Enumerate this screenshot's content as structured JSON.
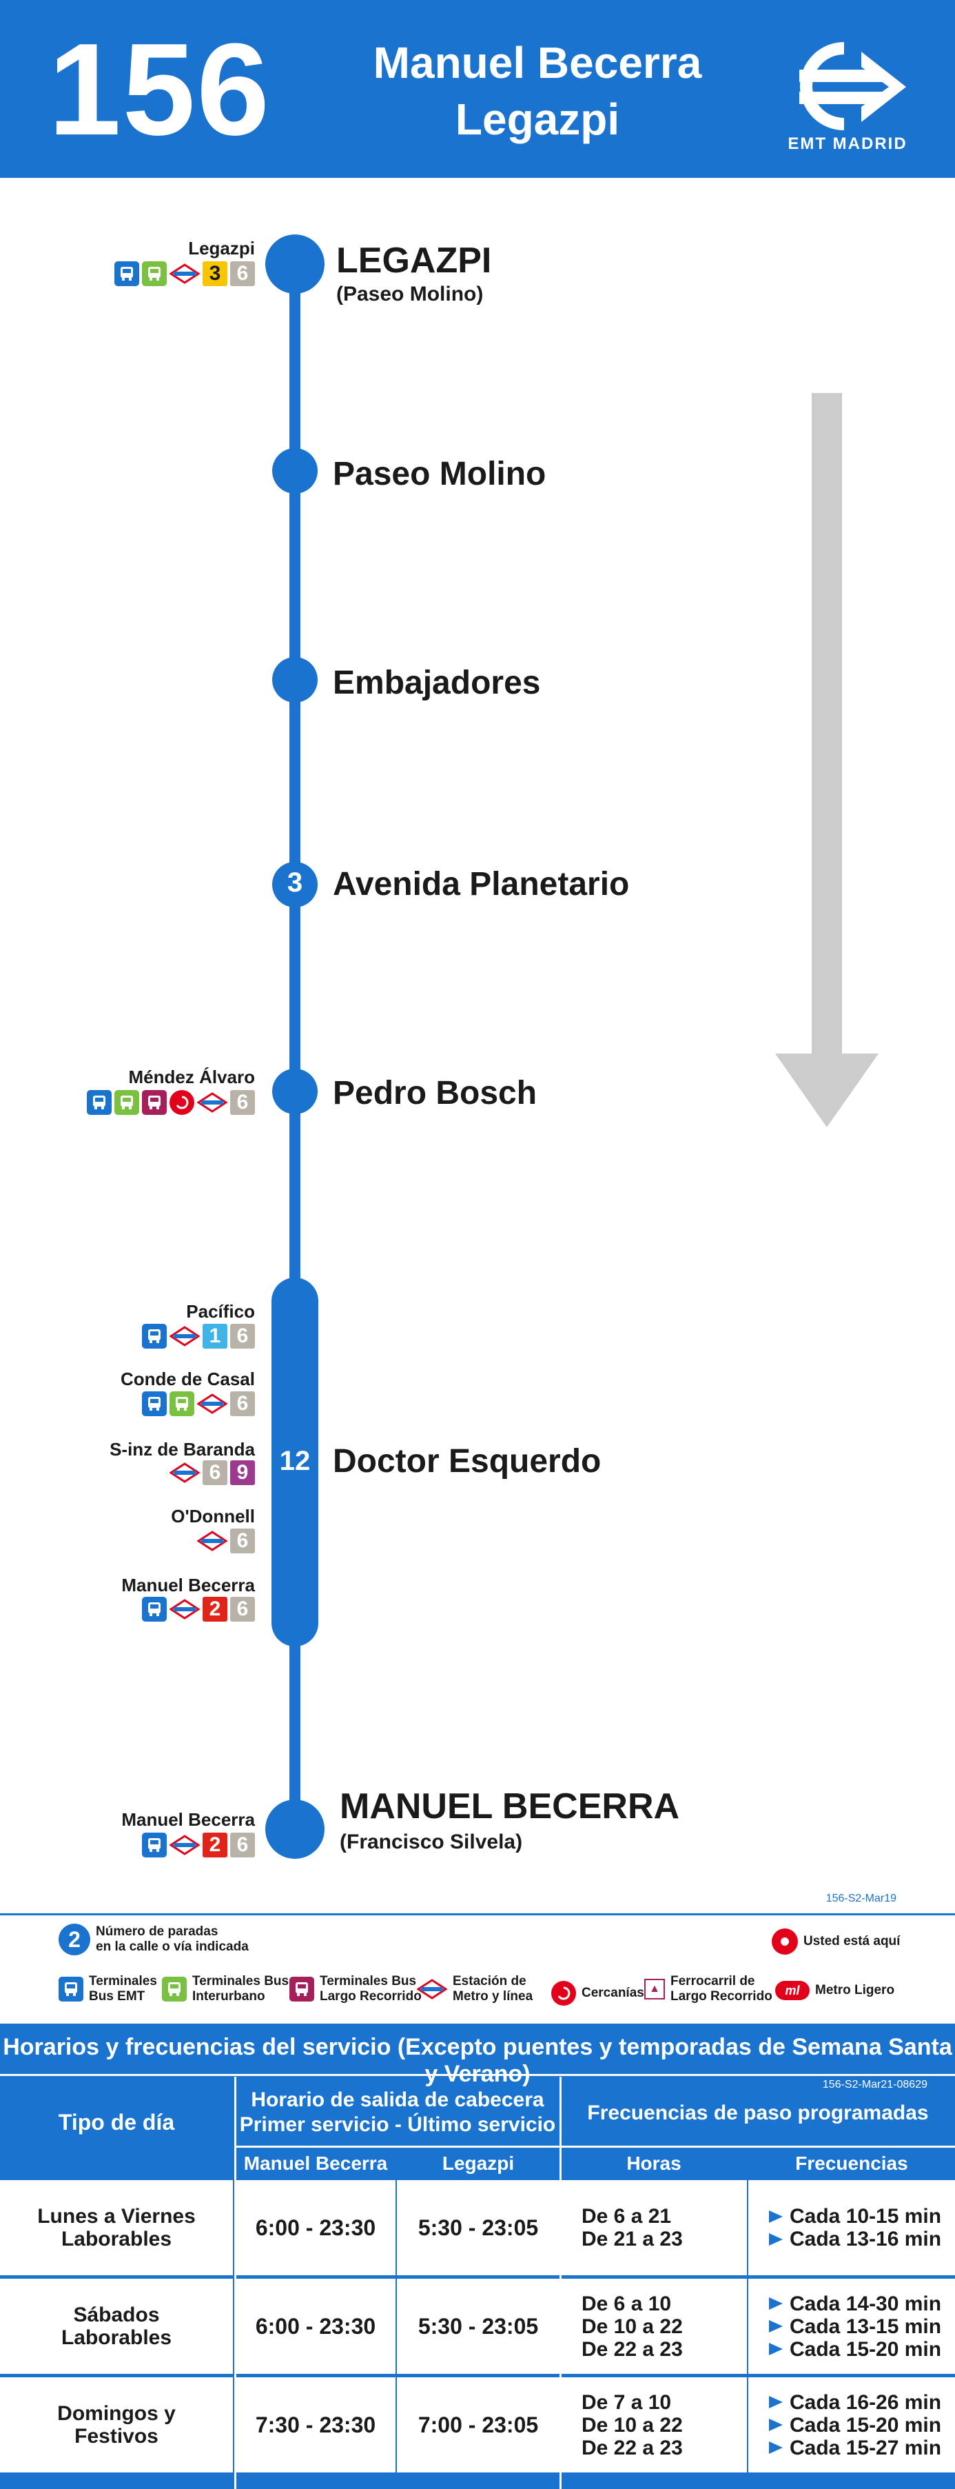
{
  "header": {
    "line_number": "156",
    "route_line1": "Manuel Becerra",
    "route_line2": "Legazpi",
    "logo_text": "EMT MADRID"
  },
  "stops": [
    {
      "name": "LEGAZPI",
      "sub": "(Paseo Molino)",
      "count": ""
    },
    {
      "name": "Paseo Molino",
      "sub": "",
      "count": ""
    },
    {
      "name": "Embajadores",
      "sub": "",
      "count": ""
    },
    {
      "name": "Avenida Planetario",
      "sub": "",
      "count": "3"
    },
    {
      "name": "Pedro Bosch",
      "sub": "",
      "count": ""
    },
    {
      "name": "Doctor Esquerdo",
      "sub": "",
      "count": "12"
    },
    {
      "name": "MANUEL BECERRA",
      "sub": "(Francisco Silvela)",
      "count": ""
    }
  ],
  "correspondences": [
    {
      "label": "Legazpi",
      "icons": [
        "bus",
        "inter",
        "metro"
      ],
      "lines": [
        {
          "n": "3",
          "color": "#f7c600",
          "text": "#1a1a1a"
        },
        {
          "n": "6",
          "color": "#b9b2a8",
          "text": "#ffffff"
        }
      ]
    },
    {
      "label": "Méndez Álvaro",
      "icons": [
        "bus",
        "inter",
        "largo",
        "cerc",
        "metro"
      ],
      "lines": [
        {
          "n": "6",
          "color": "#b9b2a8",
          "text": "#ffffff"
        }
      ]
    },
    {
      "label": "Pacífico",
      "icons": [
        "bus",
        "metro"
      ],
      "lines": [
        {
          "n": "1",
          "color": "#3fb3e5",
          "text": "#ffffff"
        },
        {
          "n": "6",
          "color": "#b9b2a8",
          "text": "#ffffff"
        }
      ]
    },
    {
      "label": "Conde de Casal",
      "icons": [
        "bus",
        "inter",
        "metro"
      ],
      "lines": [
        {
          "n": "6",
          "color": "#b9b2a8",
          "text": "#ffffff"
        }
      ]
    },
    {
      "label": "S-inz de Baranda",
      "icons": [
        "metro"
      ],
      "lines": [
        {
          "n": "6",
          "color": "#b9b2a8",
          "text": "#ffffff"
        },
        {
          "n": "9",
          "color": "#9b3a8e",
          "text": "#ffffff"
        }
      ]
    },
    {
      "label": "O'Donnell",
      "icons": [
        "metro"
      ],
      "lines": [
        {
          "n": "6",
          "color": "#b9b2a8",
          "text": "#ffffff"
        }
      ]
    },
    {
      "label": "Manuel Becerra",
      "icons": [
        "bus",
        "metro"
      ],
      "lines": [
        {
          "n": "2",
          "color": "#e2231a",
          "text": "#ffffff"
        },
        {
          "n": "6",
          "color": "#b9b2a8",
          "text": "#ffffff"
        }
      ]
    },
    {
      "label": "Manuel Becerra",
      "icons": [
        "bus",
        "metro"
      ],
      "lines": [
        {
          "n": "2",
          "color": "#e2231a",
          "text": "#ffffff"
        },
        {
          "n": "6",
          "color": "#b9b2a8",
          "text": "#ffffff"
        }
      ]
    }
  ],
  "legend": {
    "code": "156-S2-Mar19",
    "stops_count_number": "2",
    "stops_count_text": [
      "Número de paradas",
      "en la calle o vía indicada"
    ],
    "you_are_here": "Usted está aquí",
    "items": [
      {
        "icon": "bus",
        "text": [
          "Terminales",
          "Bus EMT"
        ]
      },
      {
        "icon": "inter",
        "text": [
          "Terminales Bus",
          "Interurbano"
        ]
      },
      {
        "icon": "largo",
        "text": [
          "Terminales Bus",
          "Largo Recorrido"
        ]
      },
      {
        "icon": "metro",
        "text": [
          "Estación de",
          "Metro y línea"
        ]
      },
      {
        "icon": "cerc",
        "text": [
          "Cercanías"
        ]
      },
      {
        "icon": "ferro",
        "text": [
          "Ferrocarril de",
          "Largo Recorrido"
        ]
      },
      {
        "icon": "ml",
        "text": [
          "Metro Ligero"
        ]
      }
    ]
  },
  "timetable": {
    "title": "Horarios y frecuencias del servicio (Excepto puentes y temporadas de Semana Santa y Verano)",
    "code": "156-S2-Mar21-08629",
    "col_day": "Tipo de día",
    "col_schedule": [
      "Horario de salida de cabecera",
      "Primer servicio - Último servicio"
    ],
    "col_freq": "Frecuencias de paso programadas",
    "sub_a": "Manuel Becerra",
    "sub_b": "Legazpi",
    "sub_hours": "Horas",
    "sub_freqs": "Frecuencias",
    "rows": [
      {
        "day": [
          "Lunes a Viernes",
          "Laborables"
        ],
        "a": "6:00 - 23:30",
        "b": "5:30 - 23:05",
        "hours": [
          "De  6 a 21",
          "De 21 a 23"
        ],
        "freqs": [
          "Cada 10-15 min",
          "Cada 13-16 min"
        ]
      },
      {
        "day": [
          "Sábados",
          "Laborables"
        ],
        "a": "6:00 - 23:30",
        "b": "5:30 - 23:05",
        "hours": [
          "De  6 a 10",
          "De  10 a 22",
          "De 22 a 23"
        ],
        "freqs": [
          "Cada 14-30 min",
          "Cada 13-15  min",
          "Cada 15-20 min"
        ]
      },
      {
        "day": [
          "Domingos y",
          "Festivos"
        ],
        "a": "7:30 - 23:30",
        "b": "7:00 - 23:05",
        "hours": [
          "De 7 a 10",
          "De 10 a 22",
          "De 22 a 23"
        ],
        "freqs": [
          "Cada 16-26 min",
          "Cada 15-20  min",
          "Cada 15-27 min"
        ]
      }
    ]
  },
  "colors": {
    "brand": "#1a73cf",
    "arrow": "#cccccc",
    "metro_red": "#e2001a"
  }
}
